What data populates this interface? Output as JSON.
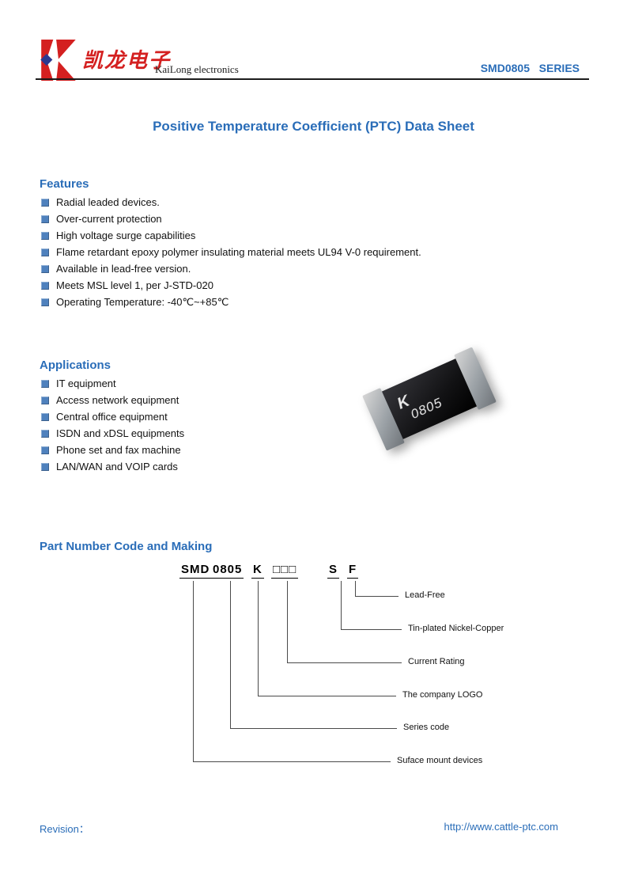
{
  "colors": {
    "accent_blue": "#2a6db8",
    "logo_red": "#d42020",
    "logo_blue": "#2b3990",
    "bullet_blue": "#4f81bd"
  },
  "header": {
    "logo_chinese": "凯龙电子",
    "logo_english": "KaiLong electronics",
    "series_title": "SMD0805   SERIES"
  },
  "title": "Positive Temperature Coefficient (PTC) Data Sheet",
  "features": {
    "heading": "Features",
    "items": [
      "Radial leaded devices.",
      "Over-current protection",
      "High voltage surge capabilities",
      "Flame retardant epoxy polymer insulating material meets UL94 V-0 requirement.",
      "Available in lead-free version.",
      "Meets MSL level 1, per J-STD-020",
      "Operating Temperature: -40℃~+85℃"
    ]
  },
  "applications": {
    "heading": "Applications",
    "items": [
      "IT equipment",
      "Access network equipment",
      "Central office equipment",
      "ISDN and xDSL equipments",
      "Phone set and fax machine",
      "LAN/WAN and VOIP cards"
    ]
  },
  "component": {
    "marking_top": "K",
    "marking_bottom": "0805"
  },
  "part_number": {
    "heading": "Part Number Code and Making",
    "segments": [
      "SMD",
      "0805",
      "K",
      "□□□",
      "S",
      "F"
    ],
    "labels": [
      "Lead-Free",
      "Tin-plated Nickel-Copper",
      "Current Rating",
      "The company LOGO",
      "Series code",
      "Suface mount devices"
    ]
  },
  "footer": {
    "revision_label": "Revision：",
    "website": "http://www.cattle-ptc.com"
  }
}
